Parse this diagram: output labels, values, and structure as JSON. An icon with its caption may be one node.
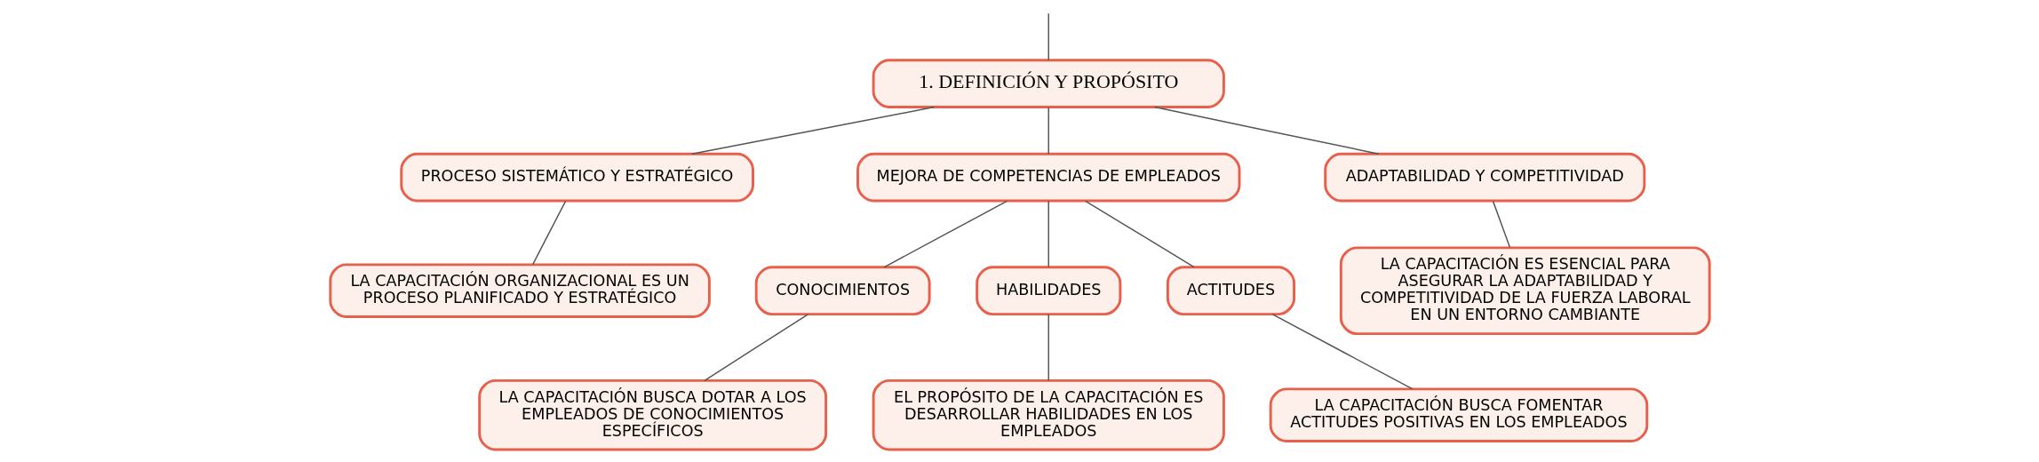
{
  "diagram": {
    "nodes": [
      {
        "text": [
          "1. DEFINICIÓN Y PROPÓSITO"
        ]
      },
      {
        "text": [
          "PROCESO SISTEMÁTICO Y ESTRATÉGICO"
        ]
      },
      {
        "text": [
          "MEJORA DE COMPETENCIAS DE EMPLEADOS"
        ]
      },
      {
        "text": [
          "ADAPTABILIDAD Y COMPETITIVIDAD"
        ]
      },
      {
        "text": [
          "LA CAPACITACIÓN ORGANIZACIONAL ES UN PROCESO PLANIFICADO Y ESTRATÉGICO"
        ]
      },
      {
        "text": [
          "CONOCIMIENTOS"
        ]
      },
      {
        "text": [
          "HABILIDADES"
        ]
      },
      {
        "text": [
          "ACTITUDES"
        ]
      },
      {
        "text": [
          "LA CAPACITACIÓN ES ESENCIAL PARA ASEGURAR LA ADAPTABILIDAD Y COMPETITIVIDAD DE LA FUERZA LABORAL EN UN ENTORNO CAMBIANTE"
        ]
      },
      {
        "text": [
          "LA CAPACITACIÓN BUSCA DOTAR A LOS EMPLEADOS DE CONOCIMIENTOS ESPECÍFICOS"
        ]
      },
      {
        "text": [
          "EL PROPÓSITO DE LA CAPACITACIÓN ES DESARROLLAR HABILIDADES EN LOS EMPLEADOS"
        ]
      },
      {
        "text": [
          "LA CAPACITACIÓN BUSCA FOMENTAR ACTITUDES POSITIVAS EN LOS EMPLEADOS"
        ]
      }
    ],
    "edges": [
      {
        "from": null,
        "to": 0,
        "arrow": "none"
      },
      {
        "from": 0,
        "to": 1,
        "arrow": "none"
      },
      {
        "from": 0,
        "to": 2,
        "arrow": "none"
      },
      {
        "from": 0,
        "to": 3,
        "arrow": "none"
      },
      {
        "from": 1,
        "to": 4,
        "arrow": "none"
      },
      {
        "from": 2,
        "to": 5,
        "arrow": "none"
      },
      {
        "from": 2,
        "to": 6,
        "arrow": "none"
      },
      {
        "from": 2,
        "to": 7,
        "arrow": "none"
      },
      {
        "from": 3,
        "to": 8,
        "arrow": "none"
      },
      {
        "from": 5,
        "to": 9,
        "arrow": "none"
      },
      {
        "from": 6,
        "to": 10,
        "arrow": "none"
      },
      {
        "from": 7,
        "to": 11,
        "arrow": "none"
      }
    ]
  }
}
